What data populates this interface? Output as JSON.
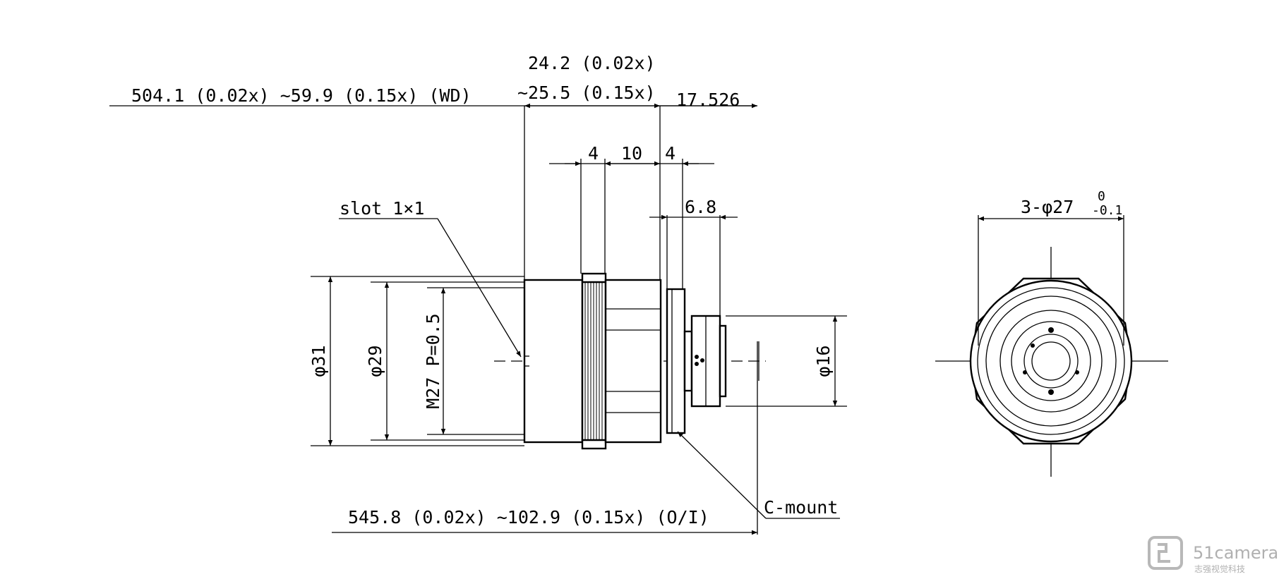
{
  "dimensions": {
    "wd_range": "504.1 (0.02x) ~59.9 (0.15x) (WD)",
    "length_top": "24.2 (0.02x)",
    "length_bottom": "~25.5 (0.15x)",
    "mount_len": "17.526",
    "d1": "4",
    "d2": "10",
    "d3": "4",
    "d4": "6.8",
    "slot": "slot 1×1",
    "dia31": "φ31",
    "dia29": "φ29",
    "thread": "M27 P=0.5",
    "dia16": "φ16",
    "mount_label": "C-mount",
    "oi_range": "545.8 (0.02x) ~102.9 (0.15x) (O/I)",
    "front_dia_main": "3-φ27",
    "front_tol_upper": "0",
    "front_tol_lower": "-0.1"
  },
  "watermark": {
    "brand": "51camera",
    "tagline": "志强视觉科技"
  }
}
